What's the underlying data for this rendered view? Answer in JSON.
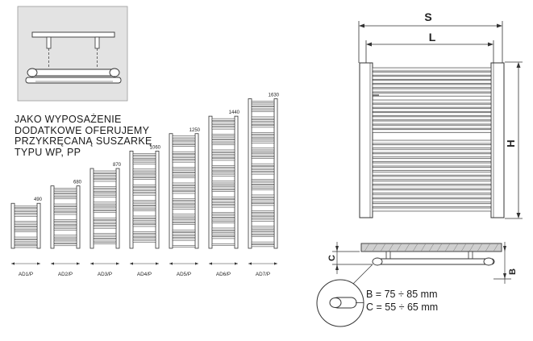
{
  "caption": {
    "lines": [
      "JAKO WYPOSAŻENIE",
      "DODATKOWE OFERUJEMY",
      "PRZYKRĘCANĄ SUSZARKĘ",
      "TYPU WP, PP"
    ]
  },
  "models": [
    {
      "name": "AD1/P",
      "height": "490"
    },
    {
      "name": "AD2/P",
      "height": "680"
    },
    {
      "name": "AD3/P",
      "height": "870"
    },
    {
      "name": "AD4/P",
      "height": "1060"
    },
    {
      "name": "AD5/P",
      "height": "1250"
    },
    {
      "name": "AD6/P",
      "height": "1440"
    },
    {
      "name": "AD7/P",
      "height": "1630"
    }
  ],
  "dimensions": {
    "S": "S",
    "L": "L",
    "H": "H",
    "B": "B",
    "C": "C"
  },
  "formulas": {
    "b": "B = 75 ÷ 85 mm",
    "c": "C = 55 ÷ 65 mm"
  },
  "colors": {
    "line": "#333333",
    "inset_bg": "#e4e4e4",
    "bar_fill": "#f4f4f4",
    "wall_fill": "#cfcfcf"
  }
}
